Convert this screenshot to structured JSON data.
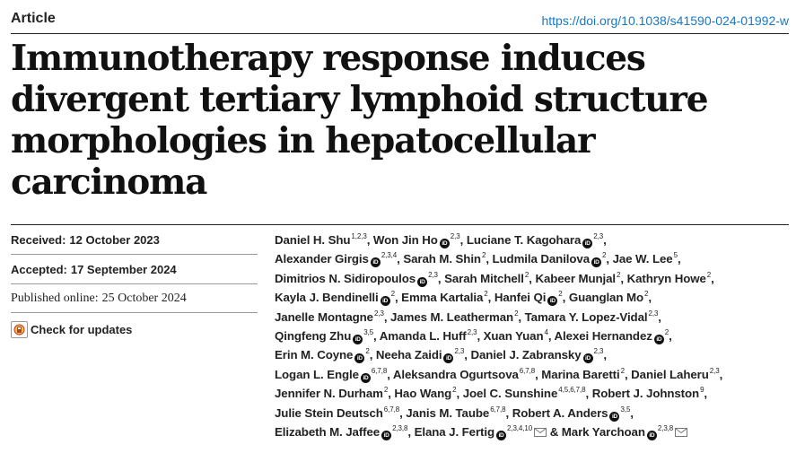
{
  "header": {
    "article_label": "Article",
    "doi_link": "https://doi.org/10.1038/s41590-024-01992-w"
  },
  "title": "Immunotherapy response induces divergent tertiary lymphoid structure morphologies in hepatocellular carcinoma",
  "dates": {
    "received_label": "Received:",
    "received_value": "12 October 2023",
    "accepted_label": "Accepted:",
    "accepted_value": "17 September 2024",
    "published_label": "Published online:",
    "published_value": "25 October 2024"
  },
  "check_updates_label": "Check for updates",
  "authors": [
    {
      "name": "Daniel H. Shu",
      "sup": "1,2,3",
      "orcid": false
    },
    {
      "name": "Won Jin Ho",
      "sup": "2,3",
      "orcid": true
    },
    {
      "name": "Luciane T. Kagohara",
      "sup": "2,3",
      "orcid": true
    },
    {
      "name": "Alexander Girgis",
      "sup": "2,3,4",
      "orcid": true
    },
    {
      "name": "Sarah M. Shin",
      "sup": "2",
      "orcid": false
    },
    {
      "name": "Ludmila Danilova",
      "sup": "2",
      "orcid": true
    },
    {
      "name": "Jae W. Lee",
      "sup": "5",
      "orcid": false
    },
    {
      "name": "Dimitrios N. Sidiropoulos",
      "sup": "2,3",
      "orcid": true
    },
    {
      "name": "Sarah Mitchell",
      "sup": "2",
      "orcid": false
    },
    {
      "name": "Kabeer Munjal",
      "sup": "2",
      "orcid": false
    },
    {
      "name": "Kathryn Howe",
      "sup": "2",
      "orcid": false
    },
    {
      "name": "Kayla J. Bendinelli",
      "sup": "2",
      "orcid": true
    },
    {
      "name": "Emma Kartalia",
      "sup": "2",
      "orcid": false
    },
    {
      "name": "Hanfei Qi",
      "sup": "2",
      "orcid": true
    },
    {
      "name": "Guanglan Mo",
      "sup": "2",
      "orcid": false
    },
    {
      "name": "Janelle Montagne",
      "sup": "2,3",
      "orcid": false
    },
    {
      "name": "James M. Leatherman",
      "sup": "2",
      "orcid": false
    },
    {
      "name": "Tamara Y. Lopez-Vidal",
      "sup": "2,3",
      "orcid": false
    },
    {
      "name": "Qingfeng Zhu",
      "sup": "3,5",
      "orcid": true
    },
    {
      "name": "Amanda L. Huff",
      "sup": "2,3",
      "orcid": false
    },
    {
      "name": "Xuan Yuan",
      "sup": "4",
      "orcid": false
    },
    {
      "name": "Alexei Hernandez",
      "sup": "2",
      "orcid": true
    },
    {
      "name": "Erin M. Coyne",
      "sup": "2",
      "orcid": true
    },
    {
      "name": "Neeha Zaidi",
      "sup": "2,3",
      "orcid": true
    },
    {
      "name": "Daniel J. Zabransky",
      "sup": "2,3",
      "orcid": true
    },
    {
      "name": "Logan L. Engle",
      "sup": "6,7,8",
      "orcid": true
    },
    {
      "name": "Aleksandra Ogurtsova",
      "sup": "6,7,8",
      "orcid": false
    },
    {
      "name": "Marina Baretti",
      "sup": "2",
      "orcid": false
    },
    {
      "name": "Daniel Laheru",
      "sup": "2,3",
      "orcid": false
    },
    {
      "name": "Jennifer N. Durham",
      "sup": "2",
      "orcid": false
    },
    {
      "name": "Hao Wang",
      "sup": "2",
      "orcid": false
    },
    {
      "name": "Joel C. Sunshine",
      "sup": "4,5,6,7,8",
      "orcid": false
    },
    {
      "name": "Robert J. Johnston",
      "sup": "9",
      "orcid": false
    },
    {
      "name": "Julie Stein Deutsch",
      "sup": "6,7,8",
      "orcid": false
    },
    {
      "name": "Janis M. Taube",
      "sup": "6,7,8",
      "orcid": false
    },
    {
      "name": "Robert A. Anders",
      "sup": "3,5",
      "orcid": true
    },
    {
      "name": "Elizabeth M. Jaffee",
      "sup": "2,3,8",
      "orcid": true
    },
    {
      "name": "Elana J. Fertig",
      "sup": "2,3,4,10",
      "orcid": true,
      "mail": true
    },
    {
      "name": "Mark Yarchoan",
      "sup": "2,3,8",
      "orcid": true,
      "mail": true
    }
  ],
  "author_lines": [
    [
      0,
      1,
      2
    ],
    [
      3,
      4,
      5,
      6
    ],
    [
      7,
      8,
      9,
      10
    ],
    [
      11,
      12,
      13,
      14
    ],
    [
      15,
      16,
      17
    ],
    [
      18,
      19,
      20,
      21
    ],
    [
      22,
      23,
      24
    ],
    [
      25,
      26,
      27,
      28
    ],
    [
      29,
      30,
      31,
      32
    ],
    [
      33,
      34,
      35
    ],
    [
      36,
      37,
      38
    ]
  ],
  "final_joiner": "&",
  "orcid_glyph": "iD",
  "icons": {
    "orcid": "orcid-icon",
    "mail": "mail-icon",
    "updates": "check-updates-icon"
  }
}
